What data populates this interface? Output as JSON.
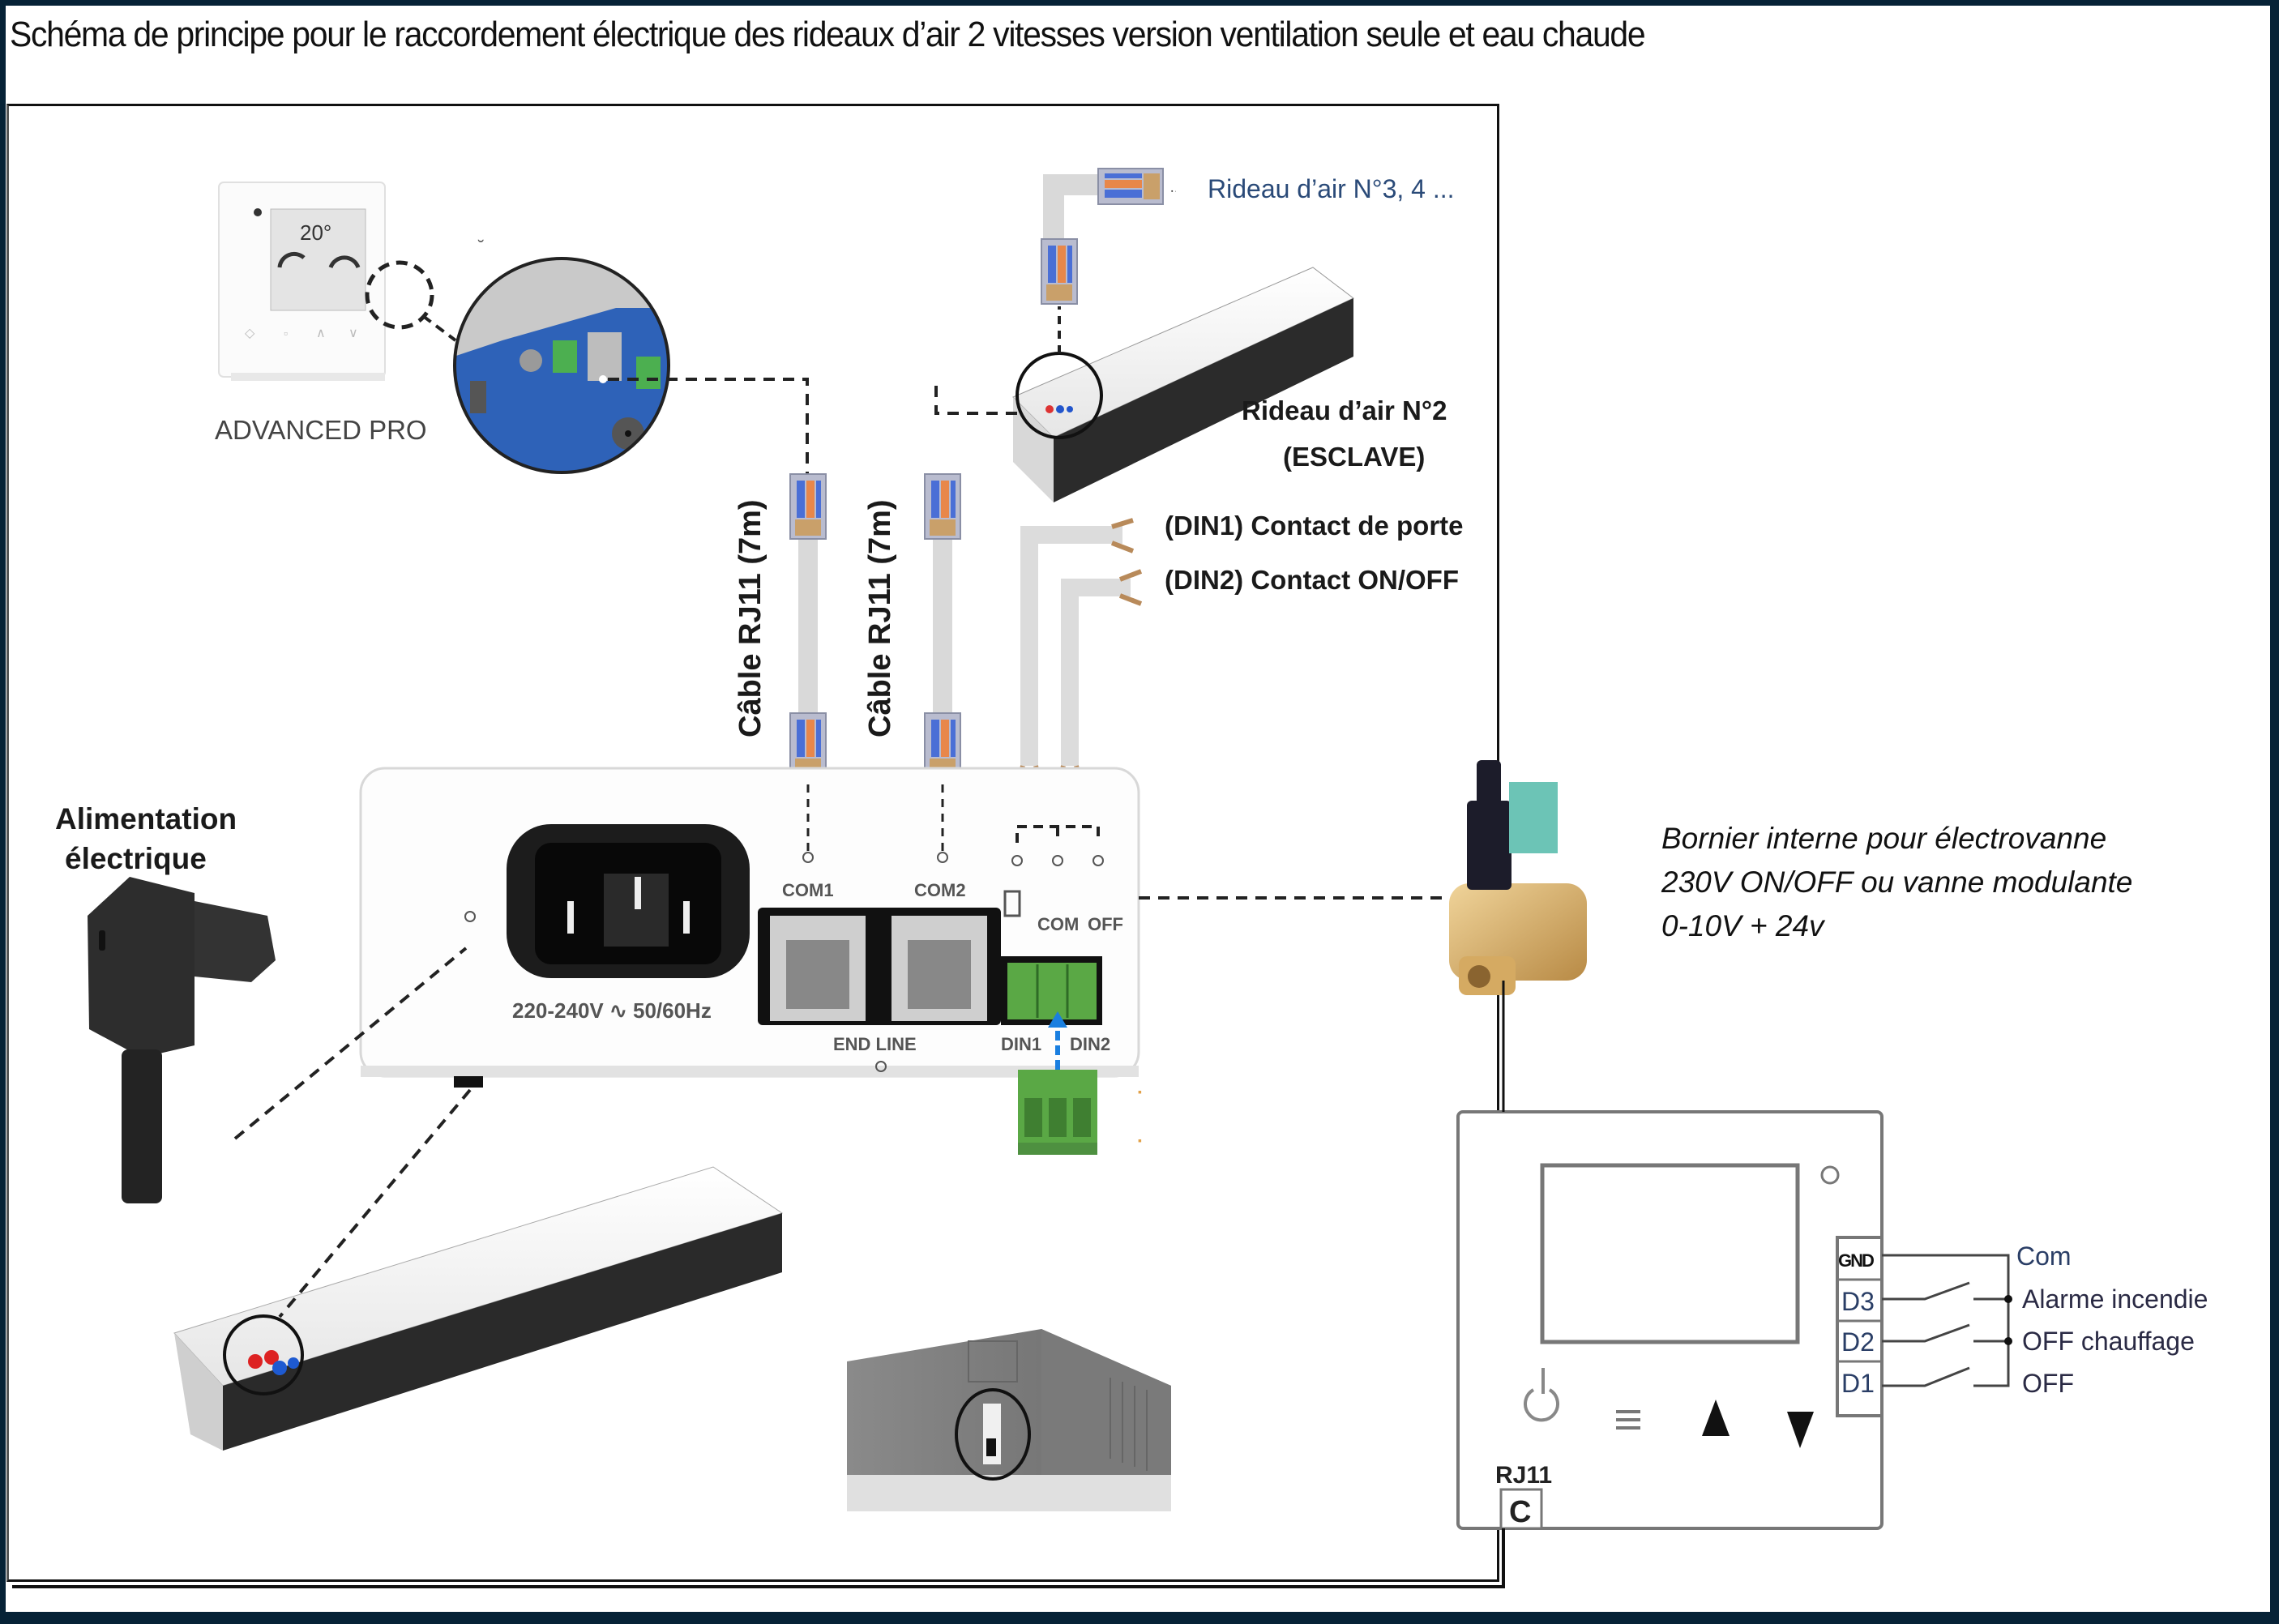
{
  "title": "Schéma de principe pour le raccordement électrique des rideaux d’air 2 vitesses version ventilation seule et eau chaude",
  "thermostat": {
    "name": "ADVANCED PRO",
    "display_temp": "20°"
  },
  "slave_curtain": {
    "next_label": "Rideau d’air N°3, 4 ...",
    "label_line1": "Rideau d’air N°2",
    "label_line2": "(ESCLAVE)"
  },
  "cables": [
    {
      "label": "Câble RJ11 (7m)"
    },
    {
      "label": "Câble RJ11 (7m)"
    }
  ],
  "contacts": [
    {
      "label": "(DIN1) Contact de porte"
    },
    {
      "label": "(DIN2) Contact ON/OFF"
    }
  ],
  "power": {
    "label_line1": "Alimentation",
    "label_line2": "électrique"
  },
  "control_box": {
    "voltage_label": "220-240V ∿ 50/60Hz",
    "port_com1": "COM1",
    "port_com2": "COM2",
    "end_line": "END LINE",
    "com": "COM",
    "off": "OFF",
    "din1": "DIN1",
    "din2": "DIN2"
  },
  "valve": {
    "line1": "Bornier interne pour électrovanne",
    "line2": "230V ON/OFF ou vanne modulante",
    "line3": "0-10V + 24v"
  },
  "remote": {
    "rj11": "RJ11",
    "c_label": "C",
    "terminals": [
      "GND",
      "D3",
      "D2",
      "D1"
    ],
    "functions": [
      "Com",
      "Alarme incendie",
      "OFF chauffage",
      "OFF"
    ],
    "buttons": [
      "power-icon",
      "menu-icon",
      "up-arrow-icon",
      "down-arrow-icon"
    ]
  },
  "colors": {
    "border": "#062236",
    "terminal_green": "#5aa845",
    "arrow_blue": "#1a7fe0",
    "brass": "#d8b06a"
  }
}
